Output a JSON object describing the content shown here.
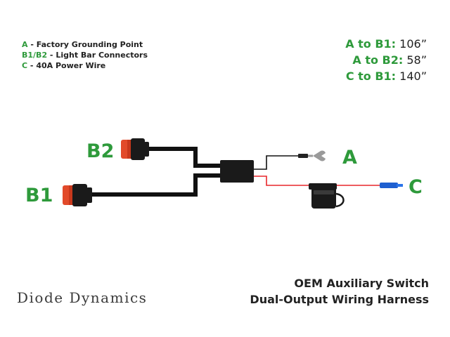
{
  "legend": {
    "items": [
      {
        "key": "A",
        "text": "Factory Grounding Point"
      },
      {
        "key": "B1/B2",
        "text": "Light Bar Connectors"
      },
      {
        "key": "C",
        "text": "40A Power Wire"
      }
    ]
  },
  "distances": [
    {
      "label": "A to B1:",
      "value": "106”"
    },
    {
      "label": "A to B2:",
      "value": "58”"
    },
    {
      "label": "C to B1:",
      "value": "140”"
    }
  ],
  "labels": {
    "a": "A",
    "b1": "B1",
    "b2": "B2",
    "c": "C"
  },
  "brand": {
    "name": "Diode Dynamics"
  },
  "title": {
    "line1": "OEM Auxiliary Switch",
    "line2": "Dual-Output Wiring Harness"
  },
  "colors": {
    "accent_green": "#2e9a3b",
    "power_wire": "#e8262b",
    "connector_tip": "#1e5fd0",
    "connector_seal": "#e24a2a"
  }
}
